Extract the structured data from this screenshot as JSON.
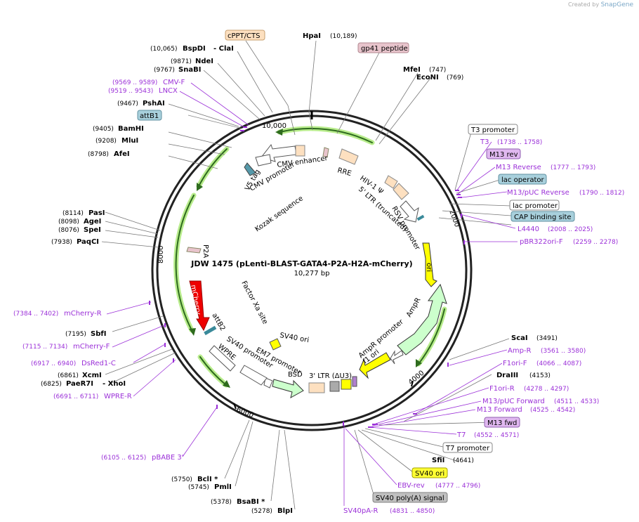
{
  "credit": {
    "prefix": "Created by",
    "brand": "SnapGene"
  },
  "plasmid": {
    "name": "JDW 1475 (pLenti-BLAST-GATA4-P2A-H2A-mCherry)",
    "size": "10,277 bp"
  },
  "ticks": [
    "10,000",
    "2000",
    "4000",
    "6000",
    "8000"
  ],
  "enzymes": [
    {
      "name": "HpaI",
      "pos": "(10,189)"
    },
    {
      "name": "MfeI",
      "pos": "(747)"
    },
    {
      "name": "EcoNI",
      "pos": "(769)"
    },
    {
      "name": "ScaI",
      "pos": "(3491)"
    },
    {
      "name": "DraIII",
      "pos": "(4153)"
    },
    {
      "name": "SfiI",
      "pos": "(4641)"
    },
    {
      "name": "BlpI",
      "pos": "(5278)"
    },
    {
      "name": "BsaBI *",
      "pos": "(5378)"
    },
    {
      "name": "PmlI",
      "pos": "(5745)"
    },
    {
      "name": "BclI *",
      "pos": "(5750)"
    },
    {
      "name": "PaeR7I",
      "pos": "(6825)",
      "extra": "- XhoI"
    },
    {
      "name": "XcmI",
      "pos": "(6861)"
    },
    {
      "name": "SbfI",
      "pos": "(7195)"
    },
    {
      "name": "PaqCI",
      "pos": "(7938)"
    },
    {
      "name": "SpeI",
      "pos": "(8076)"
    },
    {
      "name": "AgeI",
      "pos": "(8098)"
    },
    {
      "name": "PasI",
      "pos": "(8114)"
    },
    {
      "name": "AfeI",
      "pos": "(8798)"
    },
    {
      "name": "MluI",
      "pos": "(9208)"
    },
    {
      "name": "BamHI",
      "pos": "(9405)"
    },
    {
      "name": "PshAI",
      "pos": "(9467)"
    },
    {
      "name": "SnaBI",
      "pos": "(9767)"
    },
    {
      "name": "NdeI",
      "pos": "(9871)"
    },
    {
      "name": "BspDI",
      "pos": "(10,065)",
      "extra": "- ClaI"
    }
  ],
  "primers": [
    {
      "name": "T3",
      "pos": "(1738 .. 1758)"
    },
    {
      "name": "M13 Reverse",
      "pos": "(1777 .. 1793)"
    },
    {
      "name": "M13/pUC Reverse",
      "pos": "(1790 .. 1812)"
    },
    {
      "name": "L4440",
      "pos": "(2008 .. 2025)"
    },
    {
      "name": "pBR322ori-F",
      "pos": "(2259 .. 2278)"
    },
    {
      "name": "Amp-R",
      "pos": "(3561 .. 3580)"
    },
    {
      "name": "F1ori-F",
      "pos": "(4066 .. 4087)"
    },
    {
      "name": "F1ori-R",
      "pos": "(4278 .. 4297)"
    },
    {
      "name": "M13/pUC Forward",
      "pos": "(4511 .. 4533)"
    },
    {
      "name": "M13 Forward",
      "pos": "(4525 .. 4542)"
    },
    {
      "name": "T7",
      "pos": "(4552 .. 4571)"
    },
    {
      "name": "EBV-rev",
      "pos": "(4777 .. 4796)"
    },
    {
      "name": "SV40pA-R",
      "pos": "(4831 .. 4850)"
    },
    {
      "name": "pBABE 3'",
      "pos": "(6105 .. 6125)"
    },
    {
      "name": "WPRE-R",
      "pos": "(6691 .. 6711)"
    },
    {
      "name": "DsRed1-C",
      "pos": "(6917 .. 6940)"
    },
    {
      "name": "mCherry-F",
      "pos": "(7115 .. 7134)"
    },
    {
      "name": "mCherry-R",
      "pos": "(7384 .. 7402)"
    },
    {
      "name": "LNCX",
      "pos": "(9519 .. 9543)"
    },
    {
      "name": "CMV-F",
      "pos": "(9569 .. 9589)"
    }
  ],
  "boxed": [
    {
      "text": "cPPT/CTS",
      "color": "#fde0c0",
      "border": "#c8a070"
    },
    {
      "text": "gp41 peptide",
      "color": "#e8c4cc",
      "border": "#b08890"
    },
    {
      "text": "T3 promoter",
      "color": "#ffffff",
      "border": "#888888"
    },
    {
      "text": "M13 rev",
      "color": "#e0b8f0",
      "border": "#9060b0"
    },
    {
      "text": "lac operator",
      "color": "#a8d0dc",
      "border": "#6090a0"
    },
    {
      "text": "lac promoter",
      "color": "#ffffff",
      "border": "#888888"
    },
    {
      "text": "CAP binding site",
      "color": "#a8d0dc",
      "border": "#6090a0"
    },
    {
      "text": "M13 fwd",
      "color": "#e0b8f0",
      "border": "#9060b0"
    },
    {
      "text": "T7 promoter",
      "color": "#ffffff",
      "border": "#888888"
    },
    {
      "text": "SV40 ori",
      "color": "#ffff33",
      "border": "#a0a000"
    },
    {
      "text": "SV40 poly(A) signal",
      "color": "#c0c0c0",
      "border": "#808080"
    },
    {
      "text": "attB1",
      "color": "#a8d0dc",
      "border": "#6090a0"
    }
  ],
  "features_inner": {
    "cmv_enhancer": "CMV enhancer",
    "rre": "RRE",
    "hiv_psi": "HIV-1 Ψ",
    "ltr5": "5' LTR (truncated)",
    "rsv": "RSV promoter",
    "ori": "ori",
    "ampr": "AmpR",
    "ampr_prom": "AmpR promoter",
    "f1ori": "f1 ori",
    "ltr3": "3' LTR (ΔU3)",
    "bsd": "BSD",
    "em7": "EM7 promoter",
    "sv40prom": "SV40 promoter",
    "sv40ori": "SV40 ori",
    "wpre": "WPRE",
    "attb2": "attB2",
    "factorxa": "Factor Xa site",
    "mcherry": "mCherry",
    "p2a": "P2A",
    "kozak": "Kozak sequence",
    "cmvprom": "CMV promoter",
    "v5": "V5 tag"
  },
  "colors": {
    "prim": "#9b30d8",
    "arrowGreen": "#2e6b1e",
    "glow": "#b8ec8c",
    "ori": "#ffff00",
    "ampr": "#ccffcc",
    "mcherry": "#ee0000"
  }
}
